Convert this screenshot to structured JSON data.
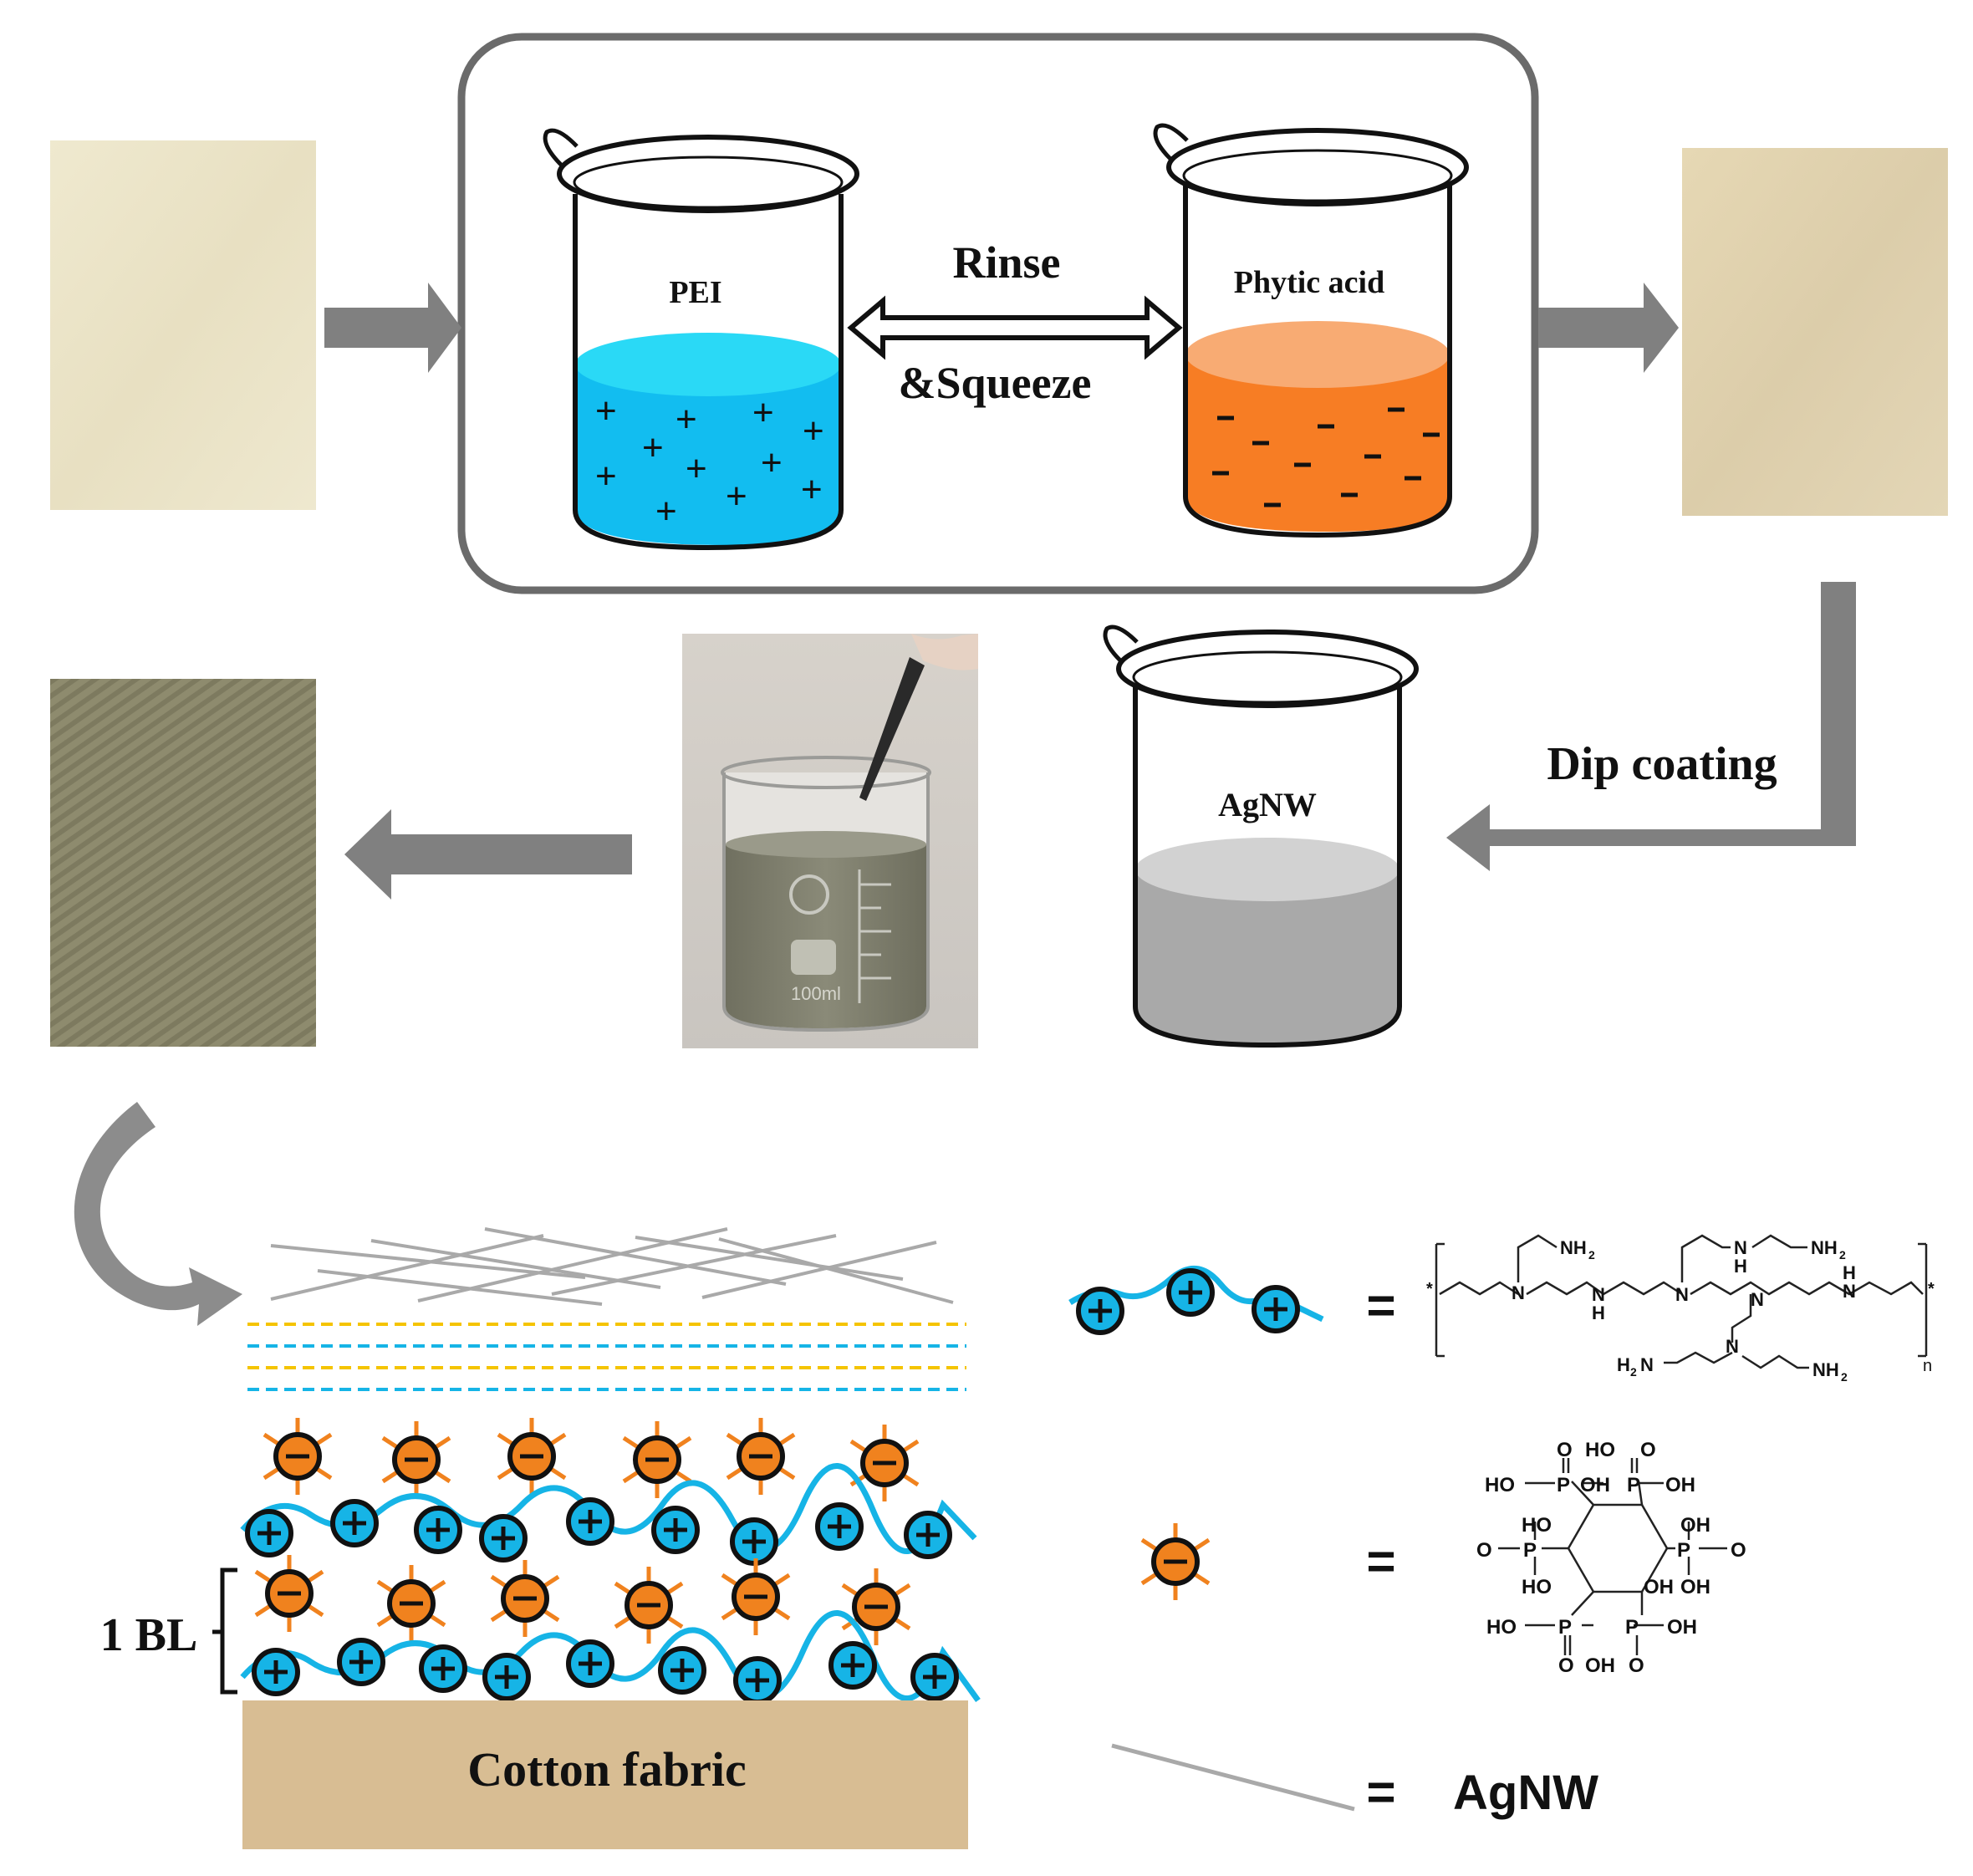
{
  "process": {
    "beaker_pei_label": "PEI",
    "beaker_phytic_label": "Phytic acid",
    "beaker_agnw_label": "AgNW",
    "rinse_label": "Rinse",
    "squeeze_label": "&Squeeze",
    "dip_coating_label": "Dip coating",
    "photo_beaker_mark": "100ml"
  },
  "structure": {
    "substrate_label": "Cotton fabric",
    "bilayer_label": "1 BL"
  },
  "legend": {
    "equals": "=",
    "agnw_label": "AgNW",
    "pei_formula": {
      "nh2": "NH",
      "sub2": "2",
      "h2n": "H",
      "n": "N",
      "h": "H",
      "repeat": "n",
      "end": "*"
    },
    "phytic_formula": {
      "ho": "HO",
      "oh": "OH",
      "p": "P",
      "o": "O"
    }
  },
  "colors": {
    "arrow_gray": "#808080",
    "pei_blue": "#12bdf0",
    "pei_blue_top": "#2ad9f6",
    "phytic_orange": "#f77d24",
    "phytic_orange_top": "#f8ab73",
    "agnw_gray": "#a9a9a9",
    "substrate_tan": "#d8bd93",
    "fabric_raw": "#ebe4c8",
    "fabric_coated": "#8d8a6d",
    "chain_blue": "#16b4e6",
    "anion_orange": "#f0821e"
  }
}
